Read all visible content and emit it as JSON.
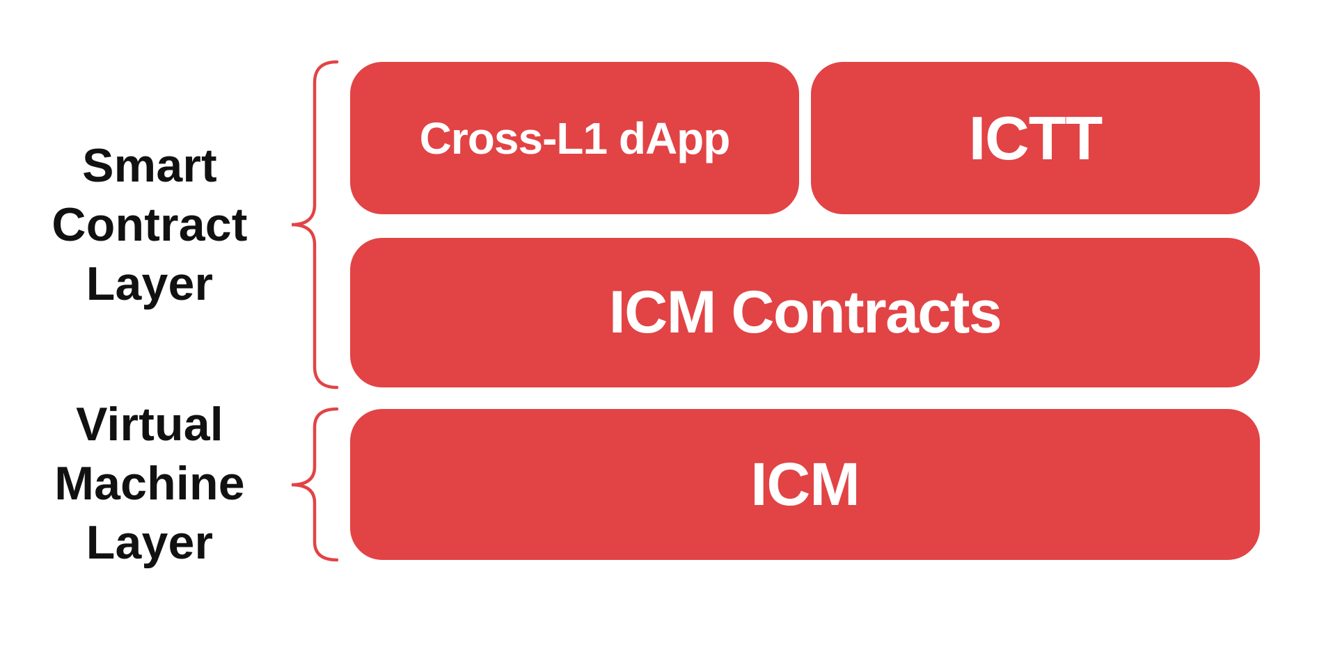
{
  "diagram": {
    "description": "Layered architecture diagram with two labeled layers, red rounded boxes grouped by red curly braces",
    "background": "#ffffff",
    "colors": {
      "box_red": "#e24345",
      "brace_red": "#e24345",
      "box_text_white": "#ffffff",
      "label_black": "#111111"
    },
    "labels": {
      "smart_contract_layer": {
        "line1": "Smart",
        "line2": "Contract",
        "line3": "Layer"
      },
      "virtual_machine_layer": {
        "line1": "Virtual",
        "line2": "Machine",
        "line3": "Layer"
      }
    },
    "boxes": {
      "cross_l1_dapp": "Cross-L1 dApp",
      "ictt": "ICTT",
      "icm_contracts": "ICM Contracts",
      "icm": "ICM"
    },
    "groups": [
      {
        "layer": "Smart Contract Layer",
        "contains": [
          "Cross-L1 dApp",
          "ICTT",
          "ICM Contracts"
        ]
      },
      {
        "layer": "Virtual Machine Layer",
        "contains": [
          "ICM"
        ]
      }
    ]
  }
}
